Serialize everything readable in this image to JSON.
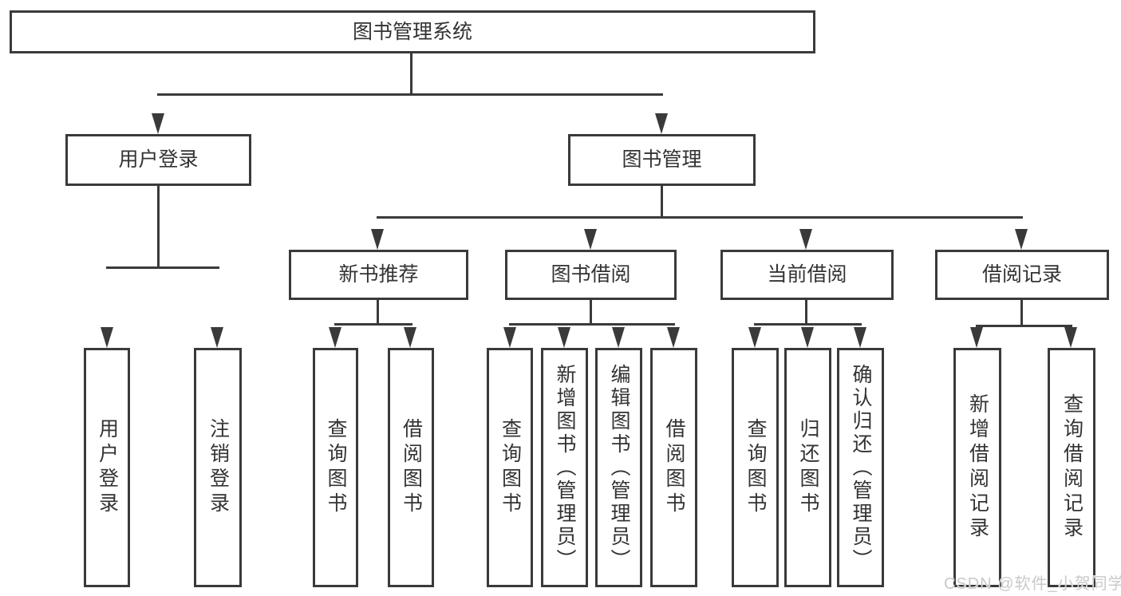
{
  "diagram": {
    "root": {
      "label": "图书管理系统"
    },
    "user_login": {
      "label": "用户登录",
      "children": {
        "login": "用户登录",
        "logout": "注销登录"
      }
    },
    "book_mgmt": {
      "label": "图书管理",
      "new_rec": {
        "label": "新书推荐",
        "children": {
          "query": "查询图书",
          "borrow": "借阅图书"
        }
      },
      "book_borrow": {
        "label": "图书借阅",
        "children": {
          "query": "查询图书",
          "add": "新增图书（管理员）",
          "edit": "编辑图书（管理员）",
          "borrow": "借阅图书"
        }
      },
      "cur_borrow": {
        "label": "当前借阅",
        "children": {
          "query": "查询图书",
          "ret": "归还图书",
          "confirm": "确认归还（管理员）"
        }
      },
      "borrow_rec": {
        "label": "借阅记录",
        "children": {
          "add": "新增借阅记录",
          "query": "查询借阅记录"
        }
      }
    }
  },
  "watermark": "CSDN @软件_小贺同学",
  "colors": {
    "line": "#3a3a3a",
    "text": "#333333",
    "watermark": "#c9c9c9",
    "background": "#ffffff"
  }
}
